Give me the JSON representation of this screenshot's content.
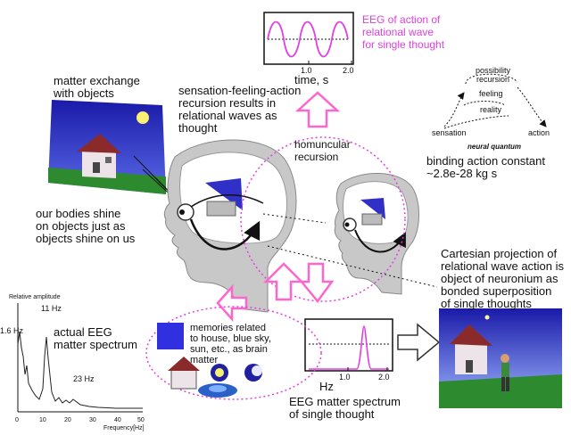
{
  "labels": {
    "matter_exchange": "matter exchange\nwith objects",
    "sensation_recursion": "sensation-feeling-action\nrecursion results in\nrelational waves as\nthought",
    "eeg_action_title": "EEG of action of\nrelational wave\nfor single thought",
    "homuncular": "homuncular\nrecursion",
    "bodies_shine": "our bodies shine\non objects just as\nobjects shine on us",
    "binding_constant": "binding action constant\n~2.8e-28 kg s",
    "cartesian": "Cartesian projection of\nrelational wave action is\nobject of neuronium as\nbonded superposition\nof single thoughts",
    "memories": "memories related\nto house, blue sky,\nsun, etc., as brain\nmatter",
    "actual_eeg": "actual EEG\nmatter spectrum",
    "eeg_matter_spectrum": "EEG matter spectrum\nof single thought"
  },
  "neural_quantum": {
    "possibility": "possibility\nrecursion",
    "feeling": "feeling",
    "reality": "reality",
    "sensation": "sensation",
    "action": "action",
    "caption": "neural quantum"
  },
  "eeg_action_plot": {
    "x_ticks": [
      "1.0",
      "2.0"
    ],
    "x_label": "time, s"
  },
  "spectrum_plot": {
    "x_ticks": [
      "1.0",
      "2.0"
    ],
    "x_label": "Hz"
  },
  "real_eeg": {
    "y_label": "Relative amplitude",
    "x_label": "Frequency[Hz]",
    "x_ticks": [
      "0",
      "10",
      "20",
      "30",
      "40",
      "50"
    ],
    "peak_labels": [
      "1.6 Hz",
      "11 Hz",
      "23 Hz"
    ]
  },
  "colors": {
    "accent_pink": "#e040e0",
    "sky_blue": "#3030c8",
    "arrow_pink": "#ff66cc"
  }
}
